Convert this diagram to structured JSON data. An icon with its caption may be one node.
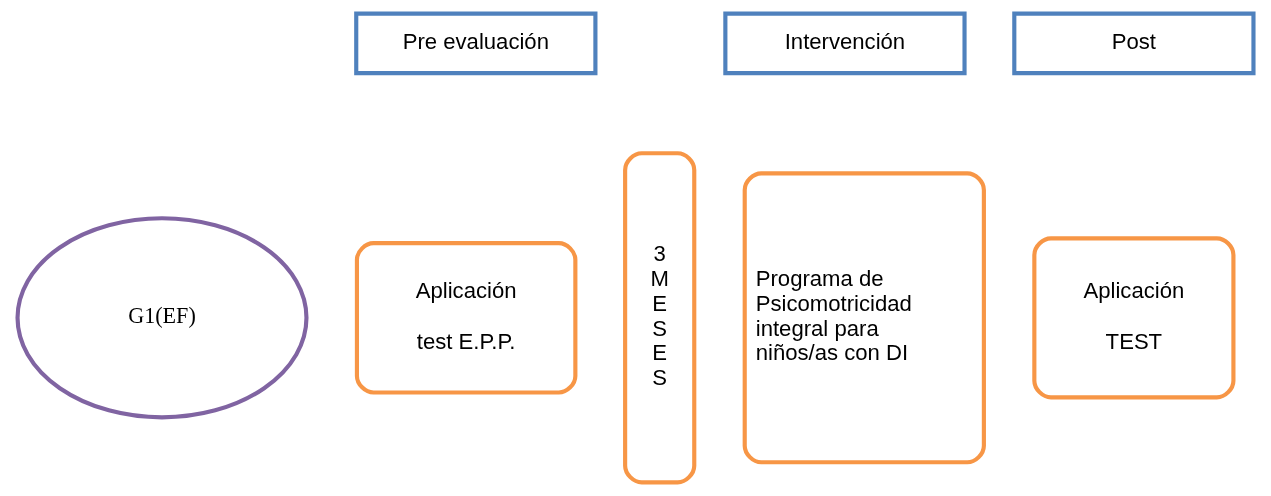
{
  "diagram": {
    "nodes": [
      {
        "text": [
          "Pre evaluación"
        ]
      },
      {
        "text": [
          "Intervención"
        ]
      },
      {
        "text": [
          "Post"
        ]
      },
      {
        "text": [
          "G1(EF)"
        ]
      },
      {
        "text": [
          "Aplicación",
          "test E.P.P."
        ]
      },
      {
        "text": [
          "3 M E S E S"
        ]
      },
      {
        "text": [
          "Programa de Psicomotricidad integral para niños/as con DI"
        ]
      },
      {
        "text": [
          "Aplicación",
          "TEST"
        ]
      }
    ],
    "edges": []
  }
}
